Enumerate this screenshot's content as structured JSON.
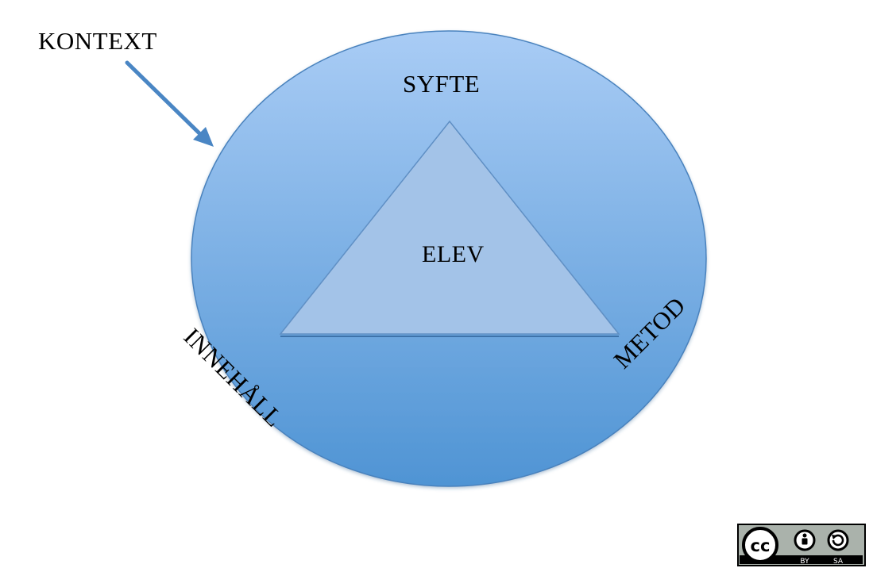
{
  "diagram": {
    "context_label": "KONTEXT",
    "top_label": "SYFTE",
    "center_label": "ELEV",
    "left_label": "INNEHÅLL",
    "right_label": "METOD"
  },
  "license_badge": {
    "icon": "cc-by-sa-license-icon",
    "left_symbol": "cc",
    "attr_by": "BY",
    "attr_sa": "SA"
  },
  "colors": {
    "circle_top": "#a9ccf5",
    "circle_bottom": "#4f94d4",
    "triangle_fill": "#a3c3e8",
    "arrow": "#4a86c4"
  }
}
